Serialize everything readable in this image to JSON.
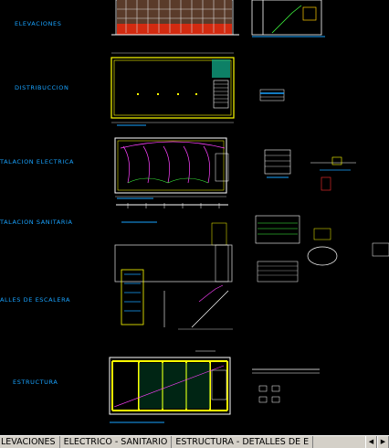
{
  "sections": [
    {
      "id": "elevaciones",
      "label": "ELEVACIONES"
    },
    {
      "id": "distribucion",
      "label": "DISTRIBUCCION"
    },
    {
      "id": "electrica",
      "label": "TALACION ELECTRICA"
    },
    {
      "id": "sanitaria",
      "label": "TALACION SANITARIA"
    },
    {
      "id": "escalera",
      "label": "ALLES DE ESCALERA"
    },
    {
      "id": "estructura",
      "label": "ESTRUCTURA"
    }
  ],
  "tabs": [
    {
      "label": "LEVACIONES"
    },
    {
      "label": "ELECTRICO - SANITARIO"
    },
    {
      "label": "ESTRUCTURA - DETALLES DE E"
    }
  ],
  "nav_icons": [
    "triangle-left-icon",
    "triangle-right-icon"
  ],
  "colors": {
    "background": "#000000",
    "label": "#19a3ff",
    "tabbar": "#d4d0c8"
  }
}
